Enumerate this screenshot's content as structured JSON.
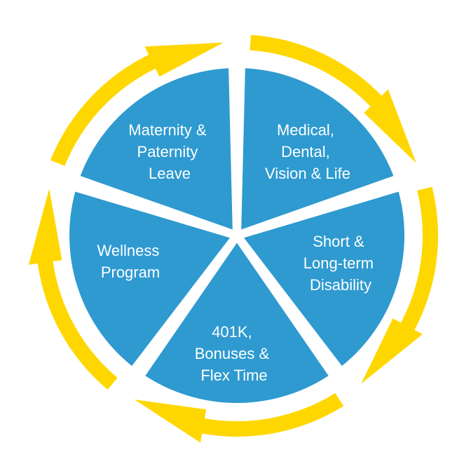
{
  "colors": {
    "segment_fill": "#2E9AD0",
    "arrow_ring": "#FFD700",
    "separator": "#FFFFFF",
    "label_text": "#FFFFFF"
  },
  "segments": [
    {
      "lines": [
        "Medical,",
        "Dental,",
        "Vision & Life"
      ]
    },
    {
      "lines": [
        "Short &",
        "Long-term",
        "Disability"
      ]
    },
    {
      "lines": [
        "401K,",
        "Bonuses &",
        "Flex Time"
      ]
    },
    {
      "lines": [
        "Wellness",
        "Program"
      ]
    },
    {
      "lines": [
        "Maternity &",
        "Paternity",
        "Leave"
      ]
    }
  ]
}
